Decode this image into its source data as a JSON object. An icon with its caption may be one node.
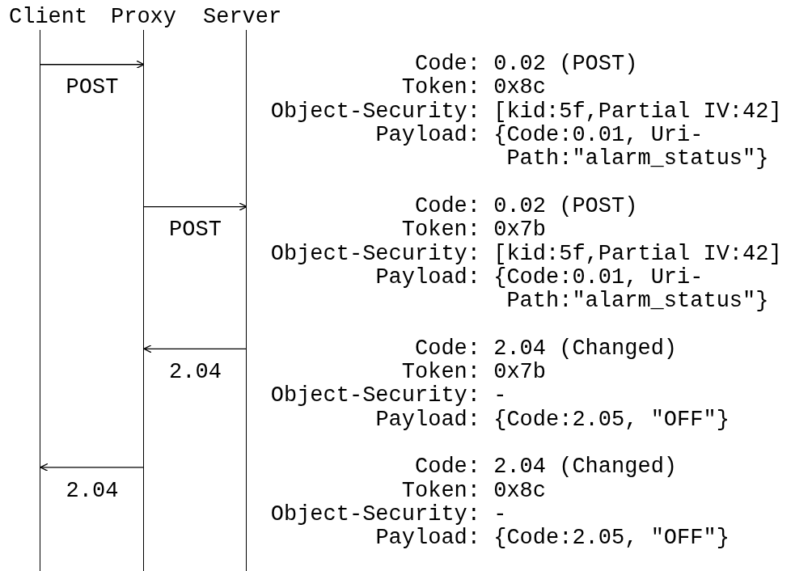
{
  "diagram": {
    "nodes": [
      {
        "text": [
          "Client"
        ]
      },
      {
        "text": [
          "Proxy"
        ]
      },
      {
        "text": [
          "Server"
        ]
      }
    ],
    "edges": [
      {
        "from": 0,
        "to": 1,
        "arrow": "to",
        "label": "POST"
      },
      {
        "from": 1,
        "to": 2,
        "arrow": "to",
        "label": "POST"
      },
      {
        "from": 2,
        "to": 1,
        "arrow": "to",
        "label": "2.04"
      },
      {
        "from": 1,
        "to": 0,
        "arrow": "to",
        "label": "2.04"
      }
    ],
    "labels": [
      "Code: 0.02 (POST)",
      "Token: 0x8c",
      "Object-Security: [kid:5f,Partial IV:42]",
      "Payload: {Code:0.01, Uri-Path:\"alarm_status\"}",
      "Code: 0.02 (POST)",
      "Token: 0x7b",
      "Object-Security: [kid:5f,Partial IV:42]",
      "Payload: {Code:0.01, Uri-Path:\"alarm_status\"}",
      "Code: 2.04 (Changed)",
      "Token: 0x7b",
      "Object-Security: -",
      "Payload: {Code:2.05, \"OFF\"}",
      "Code: 2.04 (Changed)",
      "Token: 0x8c",
      "Object-Security: -",
      "Payload: {Code:2.05, \"OFF\"}"
    ]
  }
}
